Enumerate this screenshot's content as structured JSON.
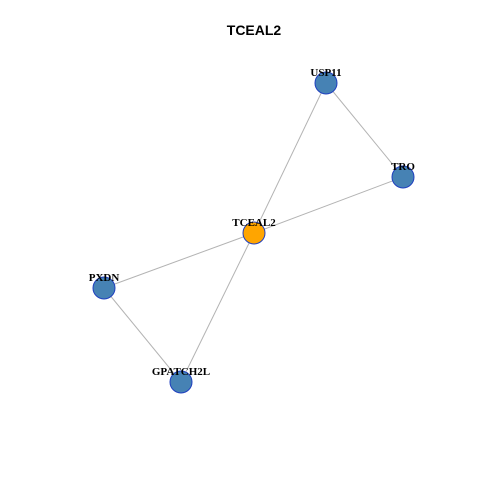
{
  "title": "TCEAL2",
  "colors": {
    "hub": "#FFA500",
    "neighbor": "#4682B4",
    "node_border": "#1F3FBF",
    "edge": "#B3B3B3"
  },
  "nodes": [
    {
      "id": "TCEAL2",
      "label": "TCEAL2",
      "role": "hub"
    },
    {
      "id": "USP11",
      "label": "USP11",
      "role": "neighbor"
    },
    {
      "id": "TRO",
      "label": "TRO",
      "role": "neighbor"
    },
    {
      "id": "PXDN",
      "label": "PXDN",
      "role": "neighbor"
    },
    {
      "id": "GPATCH2L",
      "label": "GPATCH2L",
      "role": "neighbor"
    }
  ],
  "edges": [
    {
      "source": "USP11",
      "target": "TRO"
    },
    {
      "source": "USP11",
      "target": "TCEAL2"
    },
    {
      "source": "TRO",
      "target": "TCEAL2"
    },
    {
      "source": "TCEAL2",
      "target": "PXDN"
    },
    {
      "source": "TCEAL2",
      "target": "GPATCH2L"
    },
    {
      "source": "PXDN",
      "target": "GPATCH2L"
    }
  ]
}
